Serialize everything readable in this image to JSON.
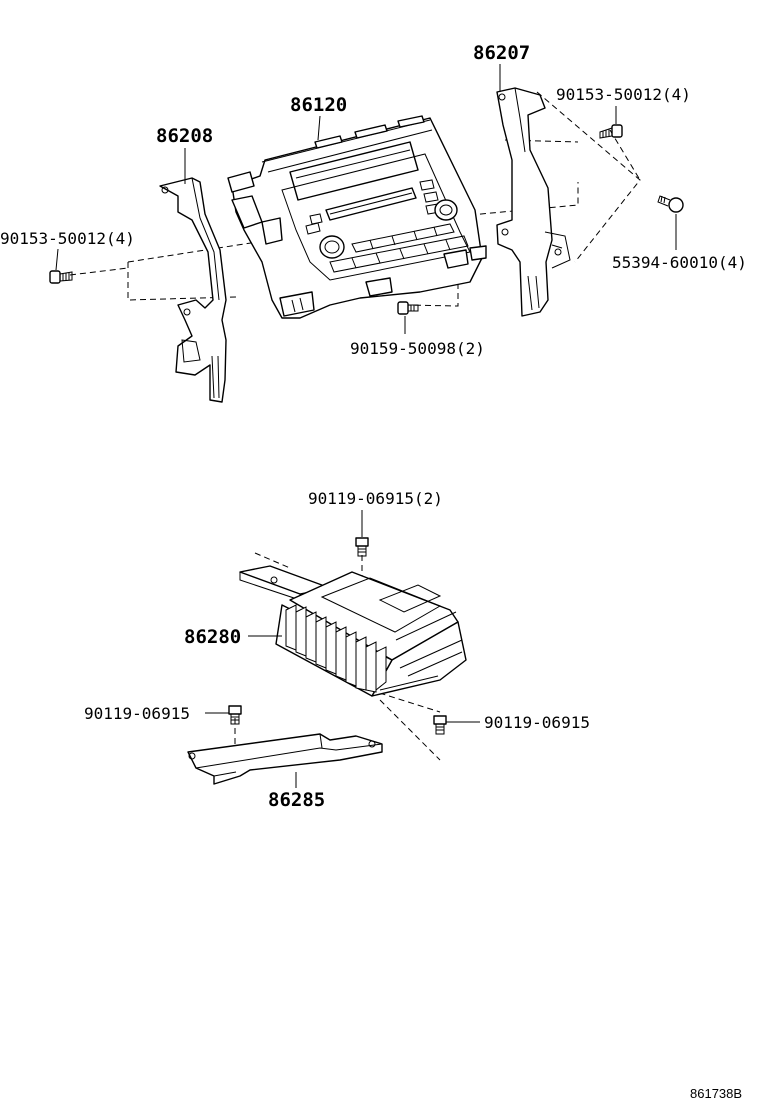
{
  "parts": {
    "p86207": "86207",
    "p86120": "86120",
    "p86208": "86208",
    "p90153_right": "90153-50012(4)",
    "p90153_left": "90153-50012(4)",
    "p55394": "55394-60010(4)",
    "p90159": "90159-50098(2)",
    "p90119_top": "90119-06915(2)",
    "p86280": "86280",
    "p90119_left": "90119-06915",
    "p90119_right": "90119-06915",
    "p86285": "86285"
  },
  "diagram_ref": "861738B"
}
